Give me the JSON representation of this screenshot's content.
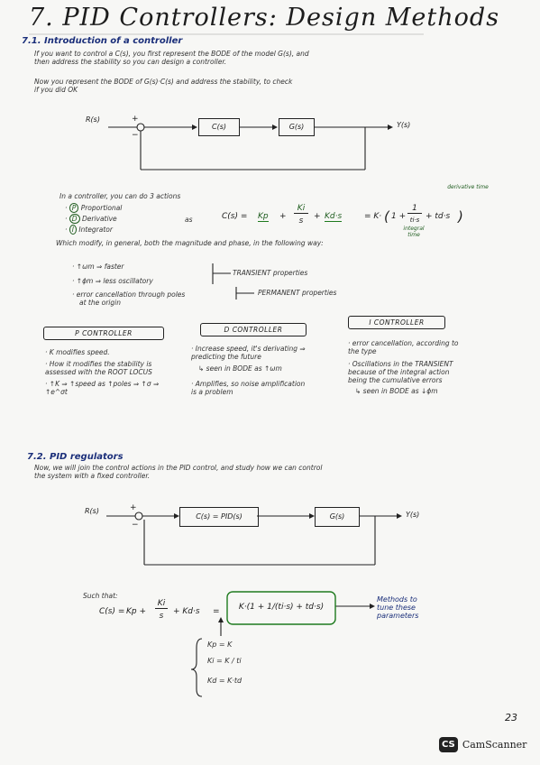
{
  "title": "7. PID Controllers: Design Methods",
  "s71": {
    "heading": "7.1. Introduction of a controller",
    "p1": [
      "If you want to control a C(s), you first represent the BODE of the model G(s), and",
      "then address the stability so you can design a controller."
    ],
    "p2": [
      "Now you represent the BODE of G(s)·C(s) and address the stability, to check",
      "if you did OK"
    ],
    "d1_in": "R(s)",
    "d1_c": "C(s)",
    "d1_g": "G(s)",
    "d1_out": "Y(s)",
    "d1_plus": "+",
    "d1_minus": "−",
    "actions_intro": "In a controller, you can do 3 actions",
    "actions": [
      "Proportional",
      "Derivative",
      "Integrator"
    ],
    "action_letters": [
      "P",
      "D",
      "I"
    ],
    "as": "as",
    "formula_left": "C(s) = Kp + Ki/s + Kd·s = K·(1 + 1/(ti·s) + td·s)",
    "f_cs": "C(s) =",
    "f_kp": "Kp",
    "f_ki": "Ki",
    "f_s": "s",
    "f_kds": "Kd·s",
    "f_k": "= K·",
    "f_1": "1 +",
    "f_1b": "1",
    "f_tis": "ti·s",
    "f_tds": "+ td·s",
    "derivative_time": "derivative time",
    "integral_time": "integral time",
    "modify": "Which modify, in general, both the magnitude and phase, in the following way:",
    "b1": "↑ωm ⇒ faster",
    "b2": "↑ϕm ⇒ less oscillatory",
    "transient": "TRANSIENT properties",
    "b3": [
      "error cancellation through poles",
      "at the origin"
    ],
    "permanent": "PERMANENT properties",
    "p_ctrl": "P CONTROLLER",
    "p_items": [
      "K modifies speed.",
      "How it modifies the stability is assessed with the ROOT LOCUS",
      "↑K ⇒ ↑speed as ↑poles ⇒ ↑σ ⇒ ↑e^σt"
    ],
    "d_ctrl": "D CONTROLLER",
    "d_items": [
      "Increase speed, it's derivating ⇒ predicting the future",
      "↳ seen in BODE as ↑ωm",
      "Amplifies, so noise amplification is a problem"
    ],
    "i_ctrl": "I CONTROLLER",
    "i_items": [
      "error cancellation, according to the type",
      "Oscillations in the TRANSIENT because of the integral action being the cumulative errors",
      "↳ seen in BODE as ↓ϕm"
    ]
  },
  "s72": {
    "heading": "7.2. PID regulators",
    "p1": [
      "Now, we will join the control actions in the PID control, and study how we can control",
      "the system with a fixed controller."
    ],
    "d2_in": "R(s)",
    "d2_c": "C(s) = PID(s)",
    "d2_g": "G(s)",
    "d2_out": "Y(s)",
    "d2_plus": "+",
    "d2_minus": "−",
    "such_that": "Such that:",
    "eq_left": "C(s) = Kp + Ki/s + Kd·s =",
    "e_cs": "C(s) =",
    "e_kp": "Kp +",
    "e_ki": "Ki",
    "e_s": "s",
    "e_kds": "+ Kd·s",
    "e_eq": "=",
    "eq_box": "K·(1 + 1/(ti·s) + td·s)",
    "methods": [
      "Methods to",
      "tune these",
      "parameters"
    ],
    "eq_sys": [
      "Kp = K",
      "Ki = K / ti",
      "Kd = K·td"
    ]
  },
  "page_number": "23",
  "scanner": {
    "logo": "CS",
    "name": "CamScanner"
  }
}
